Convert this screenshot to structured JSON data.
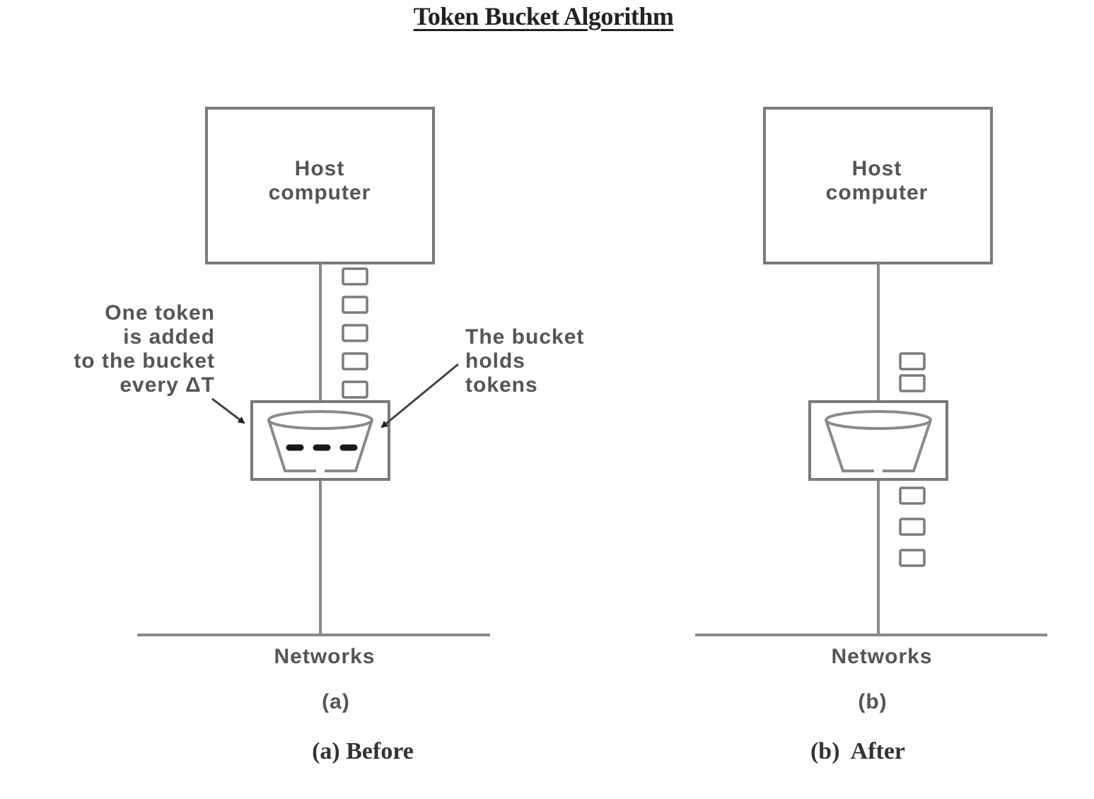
{
  "title": "Token Bucket Algorithm",
  "panels": [
    {
      "id": "a",
      "host_label_line1": "Host",
      "host_label_line2": "computer",
      "network_label": "Networks",
      "sublabel": "(a)",
      "caption": "(a) Before",
      "tokens_above_bucket": 5,
      "tokens_below_bucket": 0,
      "tokens_in_bucket": 3,
      "annotation_left": [
        "One token",
        "is added",
        "to the bucket",
        "every ΔT"
      ],
      "annotation_right": [
        "The bucket",
        "holds",
        "tokens"
      ]
    },
    {
      "id": "b",
      "host_label_line1": "Host",
      "host_label_line2": "computer",
      "network_label": "Networks",
      "sublabel": "(b)",
      "caption": "(b)  After",
      "tokens_above_bucket": 2,
      "tokens_below_bucket": 3,
      "tokens_in_bucket": 0
    }
  ]
}
